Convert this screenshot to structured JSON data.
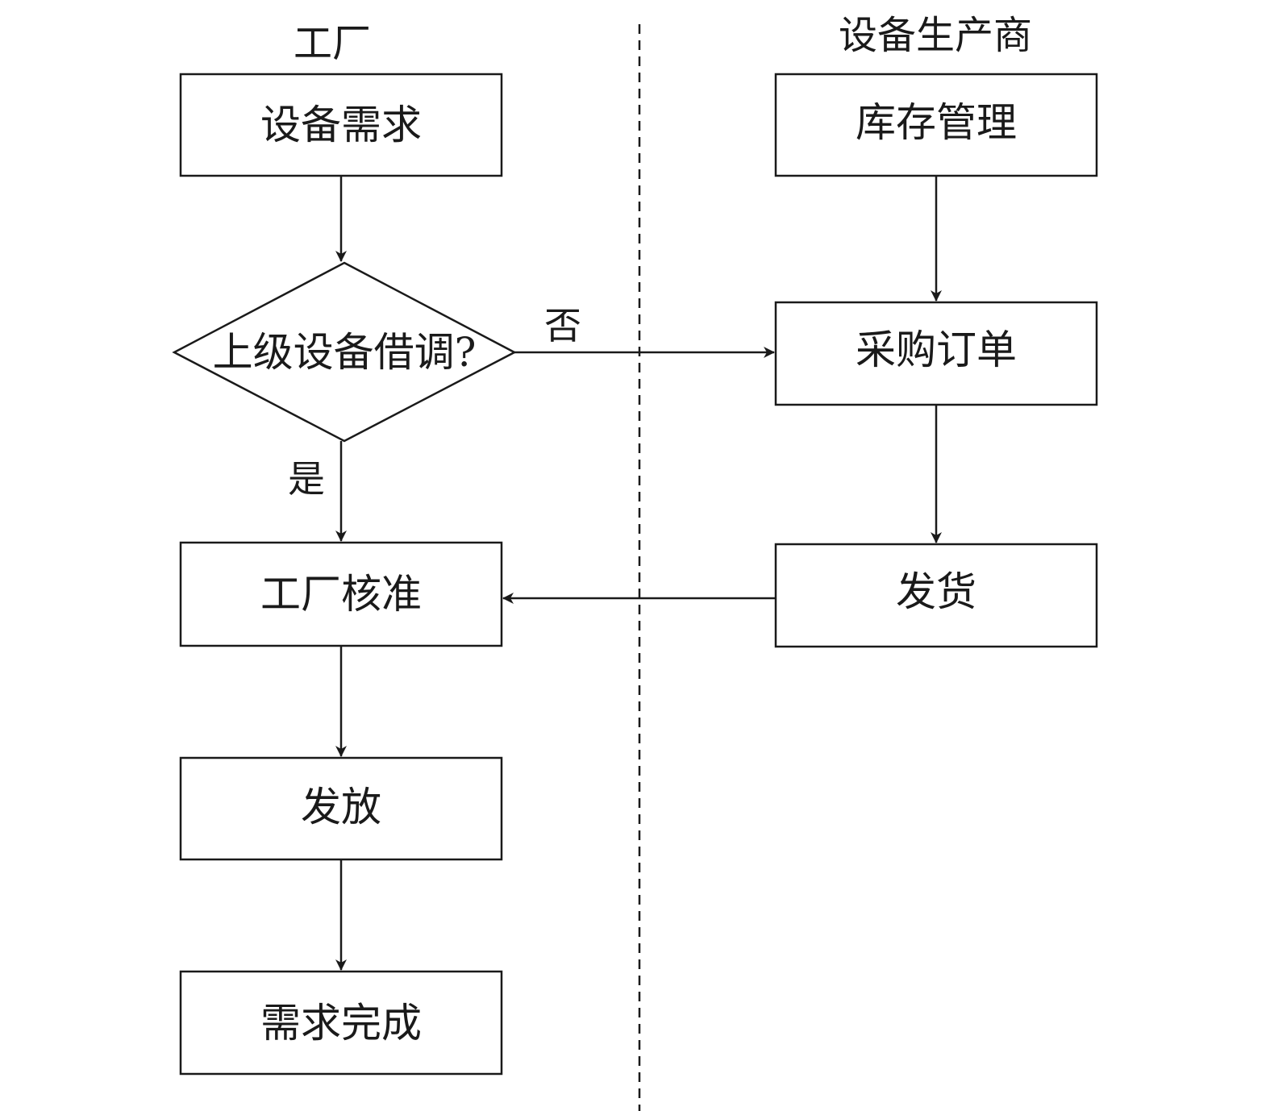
{
  "lanes": {
    "factory": "工厂",
    "manufacturer": "设备生产商"
  },
  "nodes": {
    "equipment_demand": "设备需求",
    "transfer_decision": "上级设备借调?",
    "factory_approval": "工厂核准",
    "distribute": "发放",
    "demand_complete": "需求完成",
    "inventory_management": "库存管理",
    "purchase_order": "采购订单",
    "ship": "发货"
  },
  "edges": {
    "yes_label": "是",
    "no_label": "否"
  }
}
